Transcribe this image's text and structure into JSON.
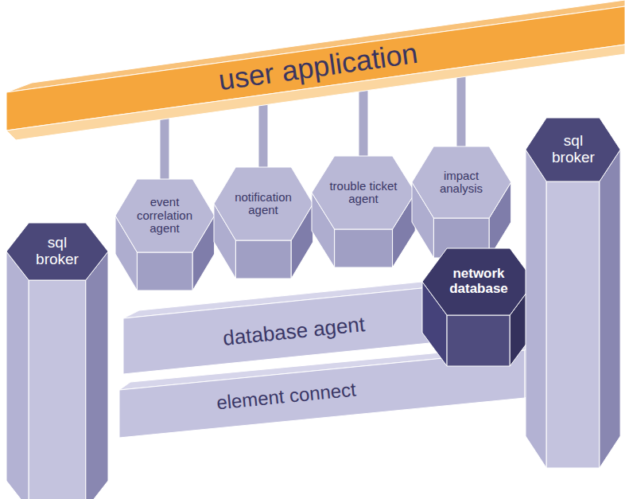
{
  "diagram": {
    "nodes": [
      {
        "text": [
          "user application"
        ]
      },
      {
        "text": [
          "sql broker"
        ]
      },
      {
        "text": [
          "event correlation agent"
        ]
      },
      {
        "text": [
          "notification agent"
        ]
      },
      {
        "text": [
          "trouble ticket agent"
        ]
      },
      {
        "text": [
          "impact analysis"
        ]
      },
      {
        "text": [
          "sql broker"
        ]
      },
      {
        "text": [
          "network database"
        ]
      },
      {
        "text": [
          "database agent"
        ]
      },
      {
        "text": [
          "element connect"
        ]
      }
    ],
    "edges": [
      {
        "from": 0,
        "to": 2,
        "arrow": "none"
      },
      {
        "from": 0,
        "to": 3,
        "arrow": "none"
      },
      {
        "from": 0,
        "to": 4,
        "arrow": "none"
      },
      {
        "from": 0,
        "to": 5,
        "arrow": "none"
      }
    ]
  }
}
